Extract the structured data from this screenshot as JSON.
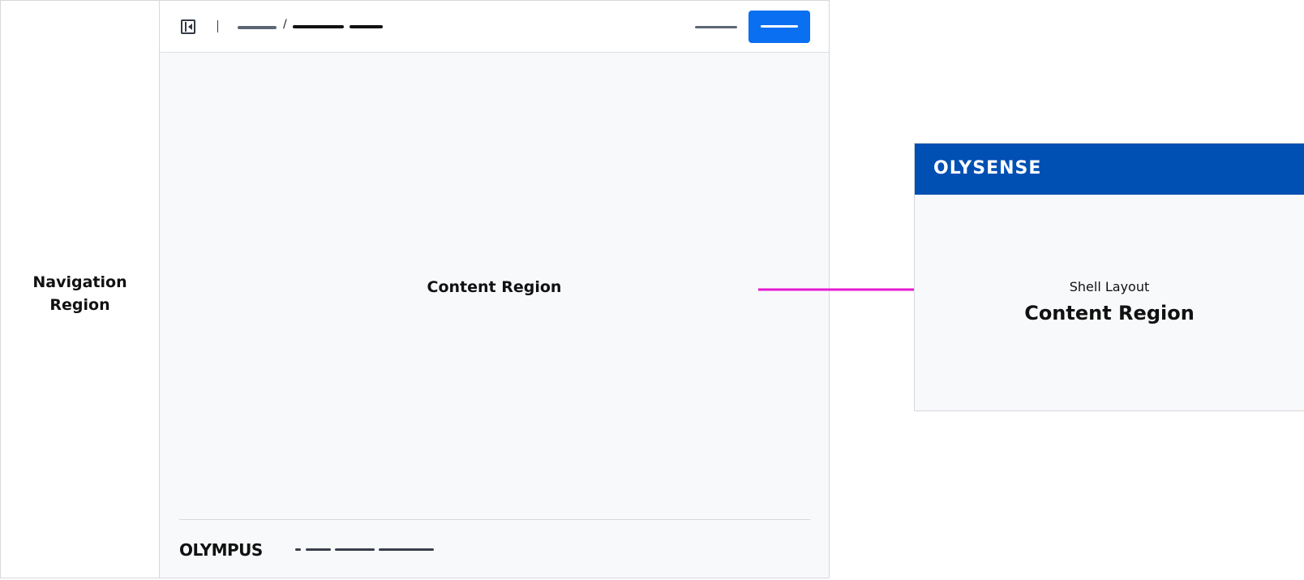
{
  "shell_mock": {
    "navigation_region_label": "Navigation Region",
    "content_region_label": "Content Region",
    "breadcrumb_separator": "/",
    "footer_logo": "OLYMPUS",
    "accent_button_color": "#0a6ff0"
  },
  "arrow": {
    "color": "#e619d1"
  },
  "preview": {
    "brand": "OLYSENSE",
    "subtitle": "Shell Layout",
    "title": "Content Region",
    "header_color": "#004fb3"
  }
}
